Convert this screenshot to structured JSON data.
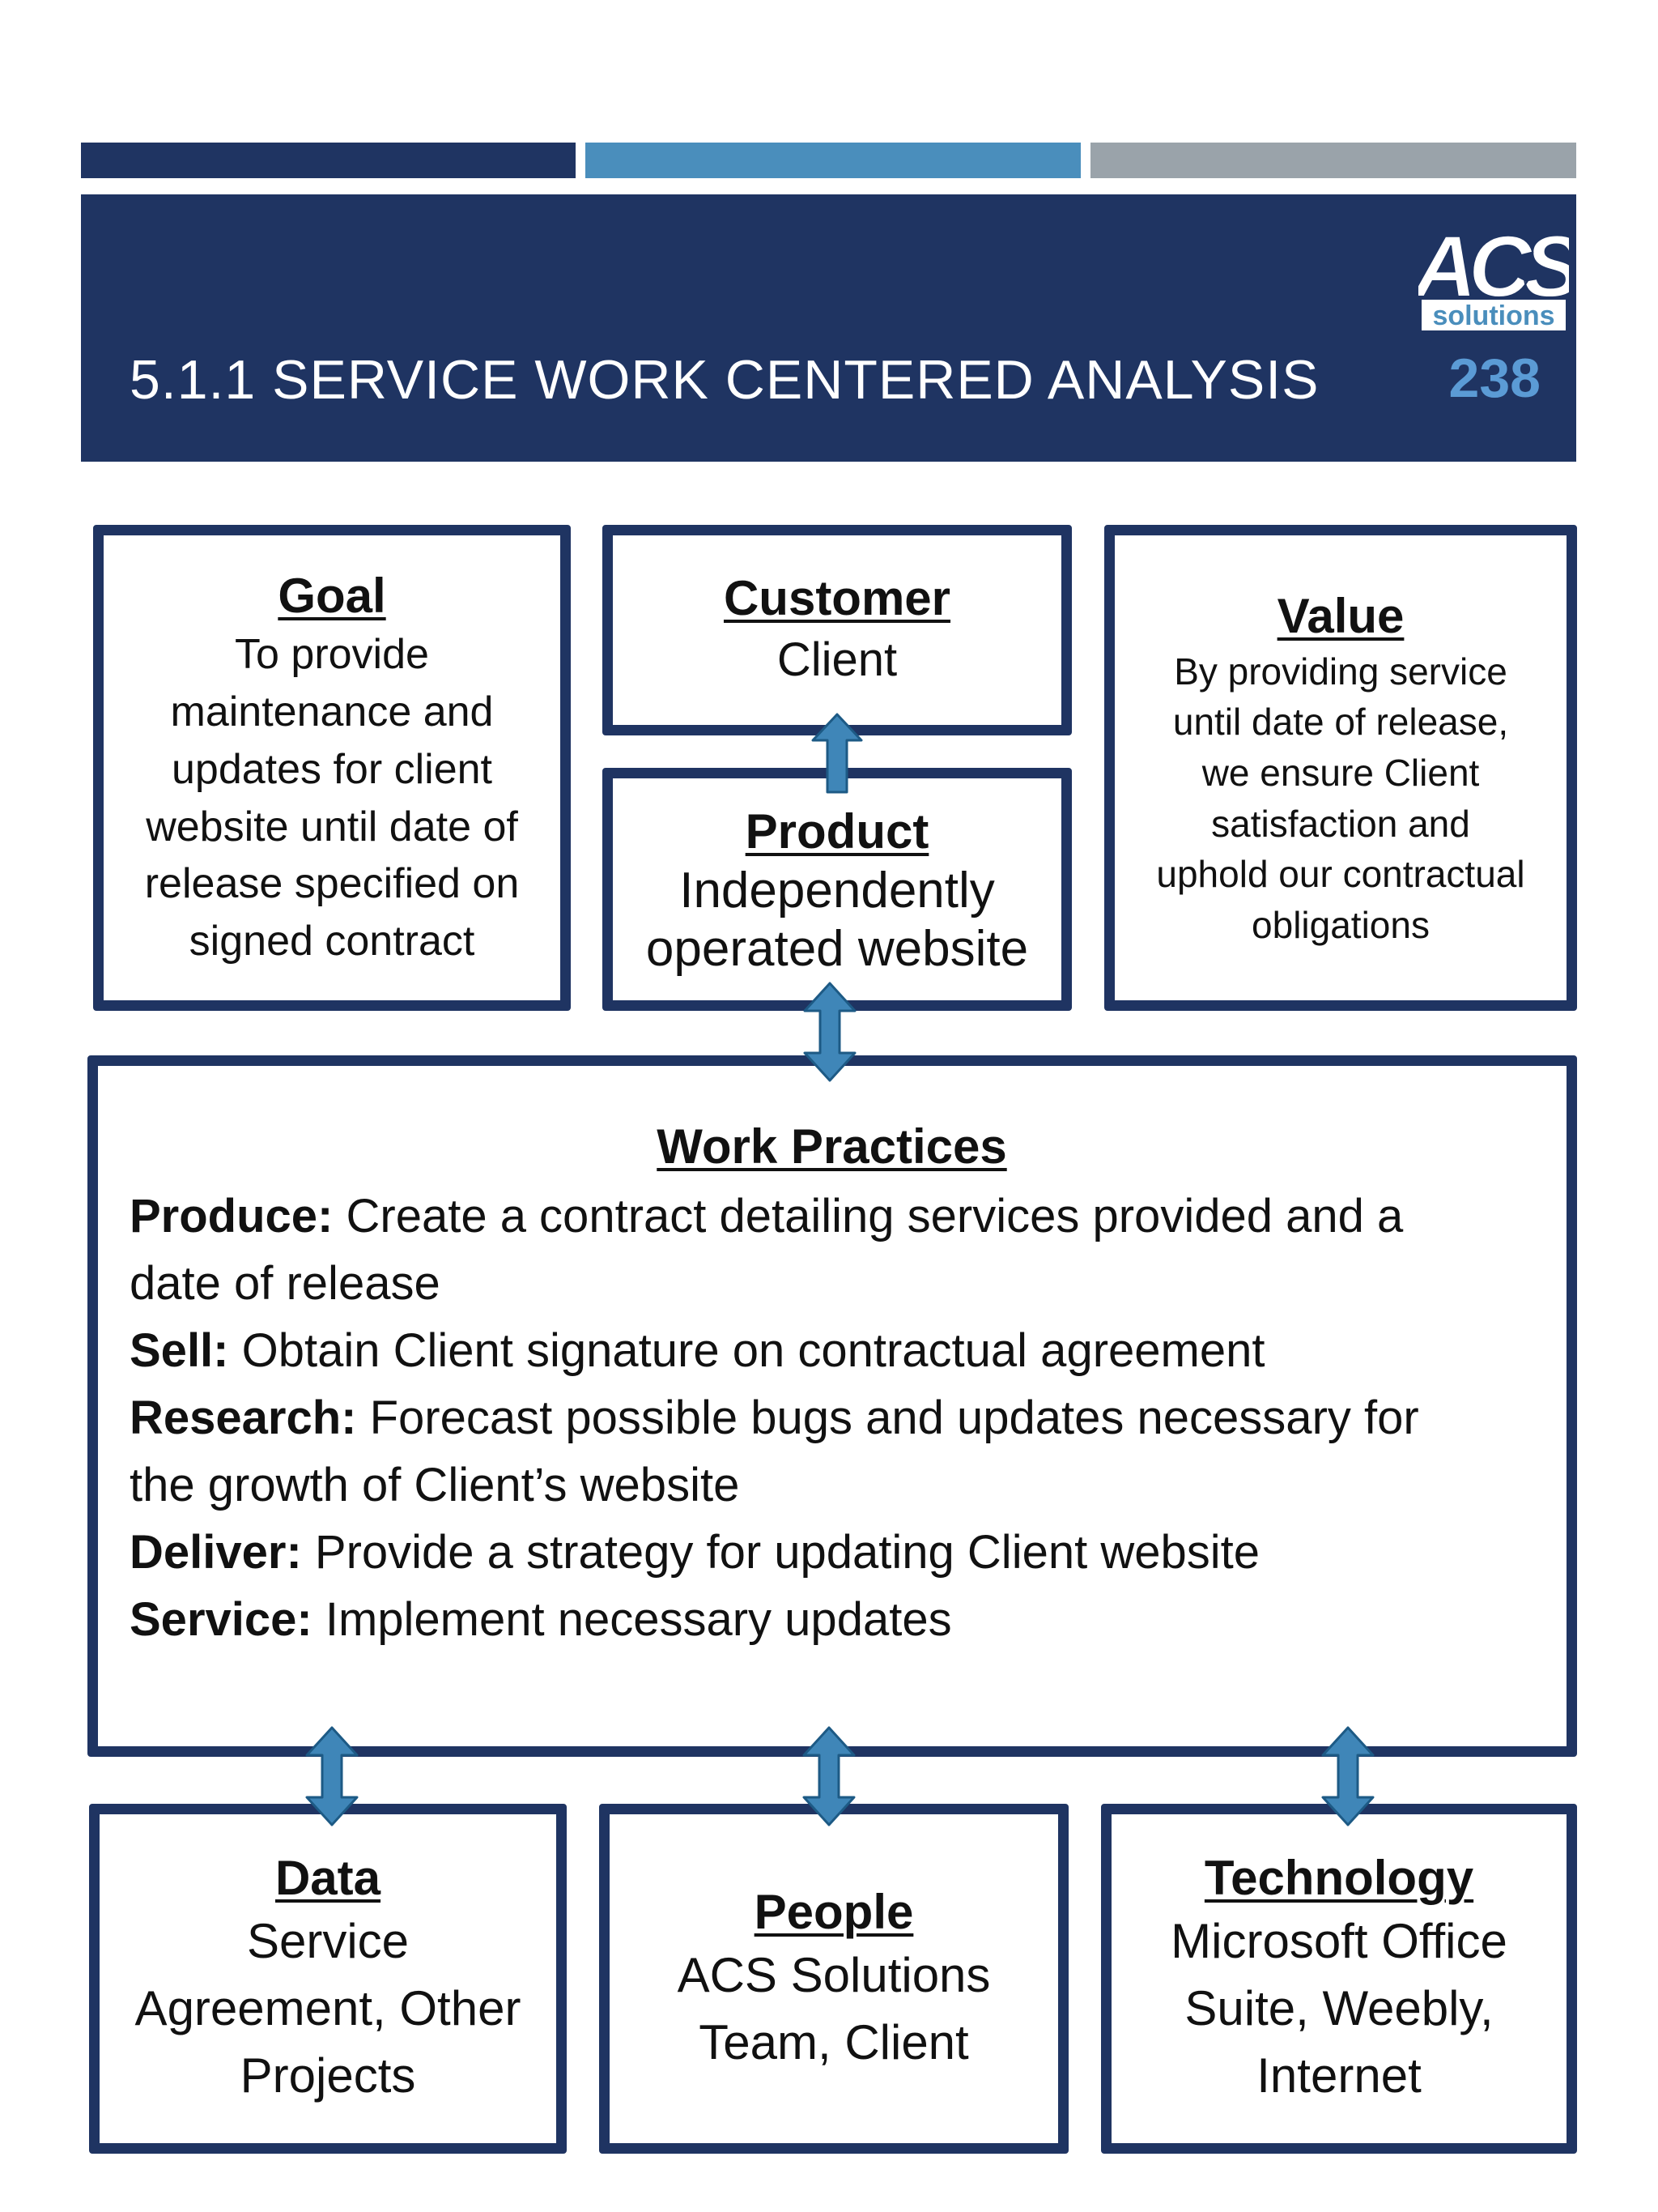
{
  "colors": {
    "navy": "#1f3462",
    "mid_blue": "#4a8ebc",
    "gray": "#9aa3aa",
    "page_number": "#5b9bd5",
    "box_border": "#1f3462",
    "arrow_fill": "#3f86b8",
    "arrow_stroke": "#1d5a85"
  },
  "header": {
    "title": "5.1.1 SERVICE WORK CENTERED ANALYSIS",
    "page_number": "238",
    "logo": {
      "text": "ACS",
      "subtext": "solutions"
    }
  },
  "top_boxes": {
    "goal": {
      "title": "Goal",
      "lines": [
        "To provide",
        "maintenance and",
        "updates for client",
        "website until date of",
        "release specified on",
        "signed contract"
      ]
    },
    "customer": {
      "title": "Customer",
      "lines": [
        "Client"
      ]
    },
    "product": {
      "title": "Product",
      "lines": [
        "Independently",
        "operated website"
      ]
    },
    "value": {
      "title": "Value",
      "lines": [
        "By providing service",
        "until date of release,",
        "we ensure Client",
        "satisfaction and",
        "uphold our contractual",
        "obligations"
      ]
    }
  },
  "work_practices": {
    "title": "Work Practices",
    "lines": [
      {
        "label": "Produce:",
        "text": " Create a contract detailing services provided and a"
      },
      {
        "label": "",
        "text": "date of release"
      },
      {
        "label": "Sell:",
        "text": " Obtain Client signature on contractual agreement"
      },
      {
        "label": "Research:",
        "text": " Forecast possible bugs and updates necessary for"
      },
      {
        "label": "",
        "text": "the growth of Client’s website"
      },
      {
        "label": "Deliver:",
        "text": " Provide a strategy for updating Client website"
      },
      {
        "label": "Service:",
        "text": " Implement necessary updates"
      }
    ]
  },
  "bottom_boxes": {
    "data": {
      "title": "Data",
      "lines": [
        "Service",
        "Agreement, Other",
        "Projects"
      ]
    },
    "people": {
      "title": "People",
      "lines": [
        "ACS Solutions",
        "Team, Client"
      ]
    },
    "technology": {
      "title": "Technology",
      "lines": [
        "Microsoft Office",
        "Suite, Weebly,",
        "Internet"
      ]
    }
  }
}
